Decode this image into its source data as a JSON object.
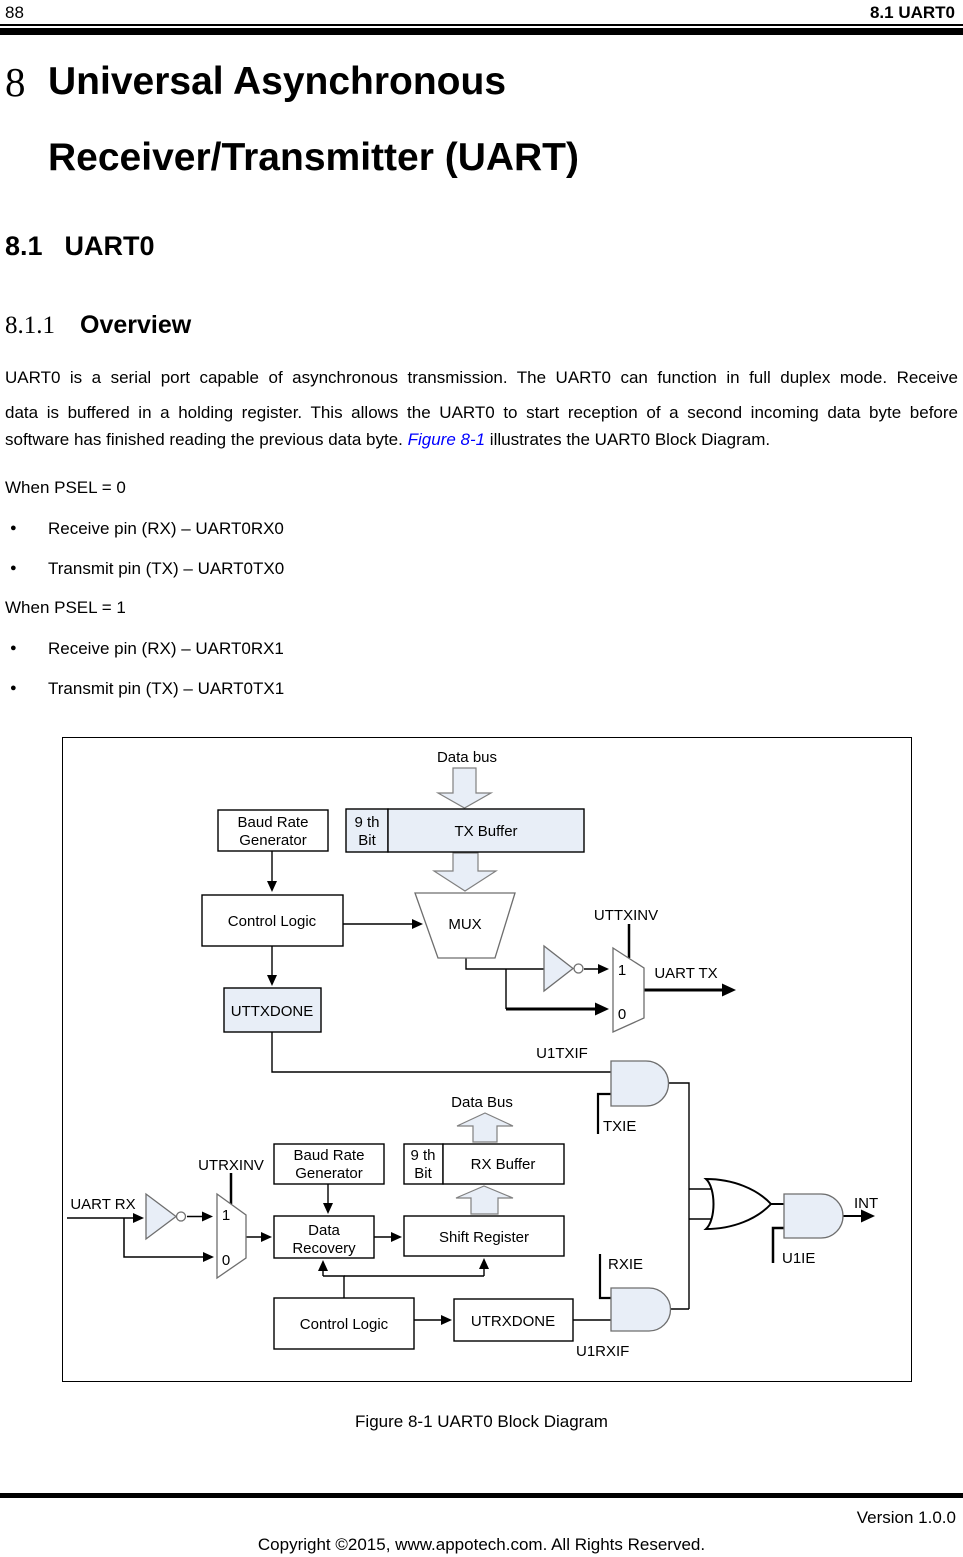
{
  "header": {
    "page_number": "88",
    "section": "8.1 UART0"
  },
  "chapter": {
    "number": "8",
    "title_line1": "Universal Asynchronous",
    "title_line2": "Receiver/Transmitter (UART)"
  },
  "section": {
    "number": "8.1",
    "title": "UART0"
  },
  "subsection": {
    "number": "8.1.1",
    "title": "Overview"
  },
  "body": {
    "line1": "UART0 is a serial port capable of asynchronous transmission. The UART0 can function in full duplex mode. Receive",
    "line2": "data is buffered in a holding register. This allows the UART0 to start reception of a second incoming data byte before",
    "line3_before": "software has finished reading the previous data byte. ",
    "line3_link": "Figure 8-1",
    "line3_after": " illustrates the UART0 Block Diagram.",
    "psel0": "When PSEL = 0",
    "psel1": "When PSEL = 1",
    "bullet_glyph": "●",
    "bullets0": [
      "Receive pin (RX) – UART0RX0",
      "Transmit pin (TX) – UART0TX0"
    ],
    "bullets1": [
      "Receive pin (RX) – UART0RX1",
      "Transmit pin (TX) – UART0TX1"
    ]
  },
  "diagram": {
    "tx": {
      "data_bus": "Data bus",
      "baud_rate_1": "Baud Rate",
      "baud_rate_2": "Generator",
      "ninth_bit_1": "9 th",
      "ninth_bit_2": "Bit",
      "tx_buffer": "TX Buffer",
      "control_logic": "Control Logic",
      "mux": "MUX",
      "uttxinv": "UTTXINV",
      "mux_in_1": "1",
      "mux_in_0": "0",
      "uart_tx": "UART TX",
      "uttxdone": "UTTXDONE",
      "u1txif": "U1TXIF",
      "txie": "TXIE"
    },
    "rx": {
      "data_bus": "Data Bus",
      "uart_rx": "UART RX",
      "utrxinv": "UTRXINV",
      "baud_rate_1": "Baud Rate",
      "baud_rate_2": "Generator",
      "ninth_bit_1": "9 th",
      "ninth_bit_2": "Bit",
      "rx_buffer": "RX Buffer",
      "mux_in_1": "1",
      "mux_in_0": "0",
      "data_recovery_1": "Data",
      "data_recovery_2": "Recovery",
      "shift_register": "Shift Register",
      "control_logic": "Control Logic",
      "utrxdone": "UTRXDONE",
      "rxie": "RXIE",
      "u1rxif": "U1RXIF"
    },
    "int_logic": {
      "u1ie": "U1IE",
      "int": "INT"
    }
  },
  "caption": "Figure 8-1 UART0 Block Diagram",
  "footer": {
    "version": "Version 1.0.0",
    "copyright": "Copyright ©2015, www.appotech.com. All Rights Reserved."
  },
  "colors": {
    "fill_light": "#e8eef7",
    "stroke_gray": "#808080",
    "link": "#0000ff"
  }
}
